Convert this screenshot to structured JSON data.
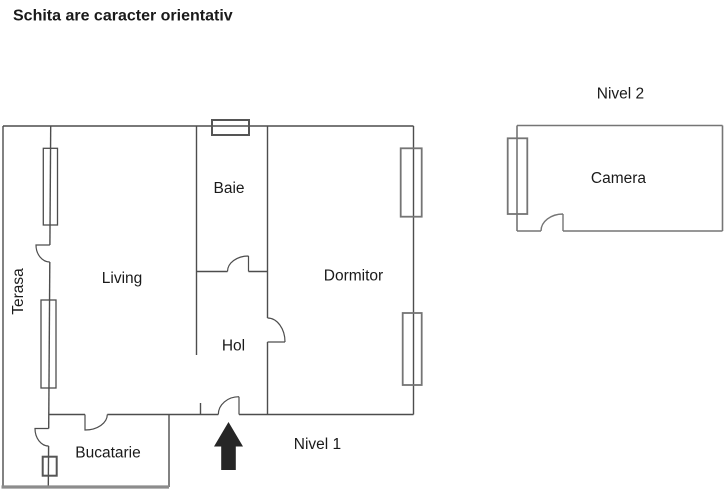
{
  "title": "Schita are caracter orientativ",
  "levels": {
    "level1": "Nivel 1",
    "level2": "Nivel 2"
  },
  "rooms": {
    "terasa": "Terasa",
    "living": "Living",
    "baie": "Baie",
    "hol": "Hol",
    "dormitor": "Dormitor",
    "bucatarie": "Bucatarie",
    "camera": "Camera"
  },
  "entrance": {
    "arrow_direction": "up"
  },
  "colors": {
    "wall": "#4d4d4d",
    "wall_light": "#757575",
    "wall_thick": "#8c8c8c",
    "window_dark": "#555555",
    "arrow": "#262626",
    "text": "#1a1a1a",
    "background": "#ffffff"
  }
}
